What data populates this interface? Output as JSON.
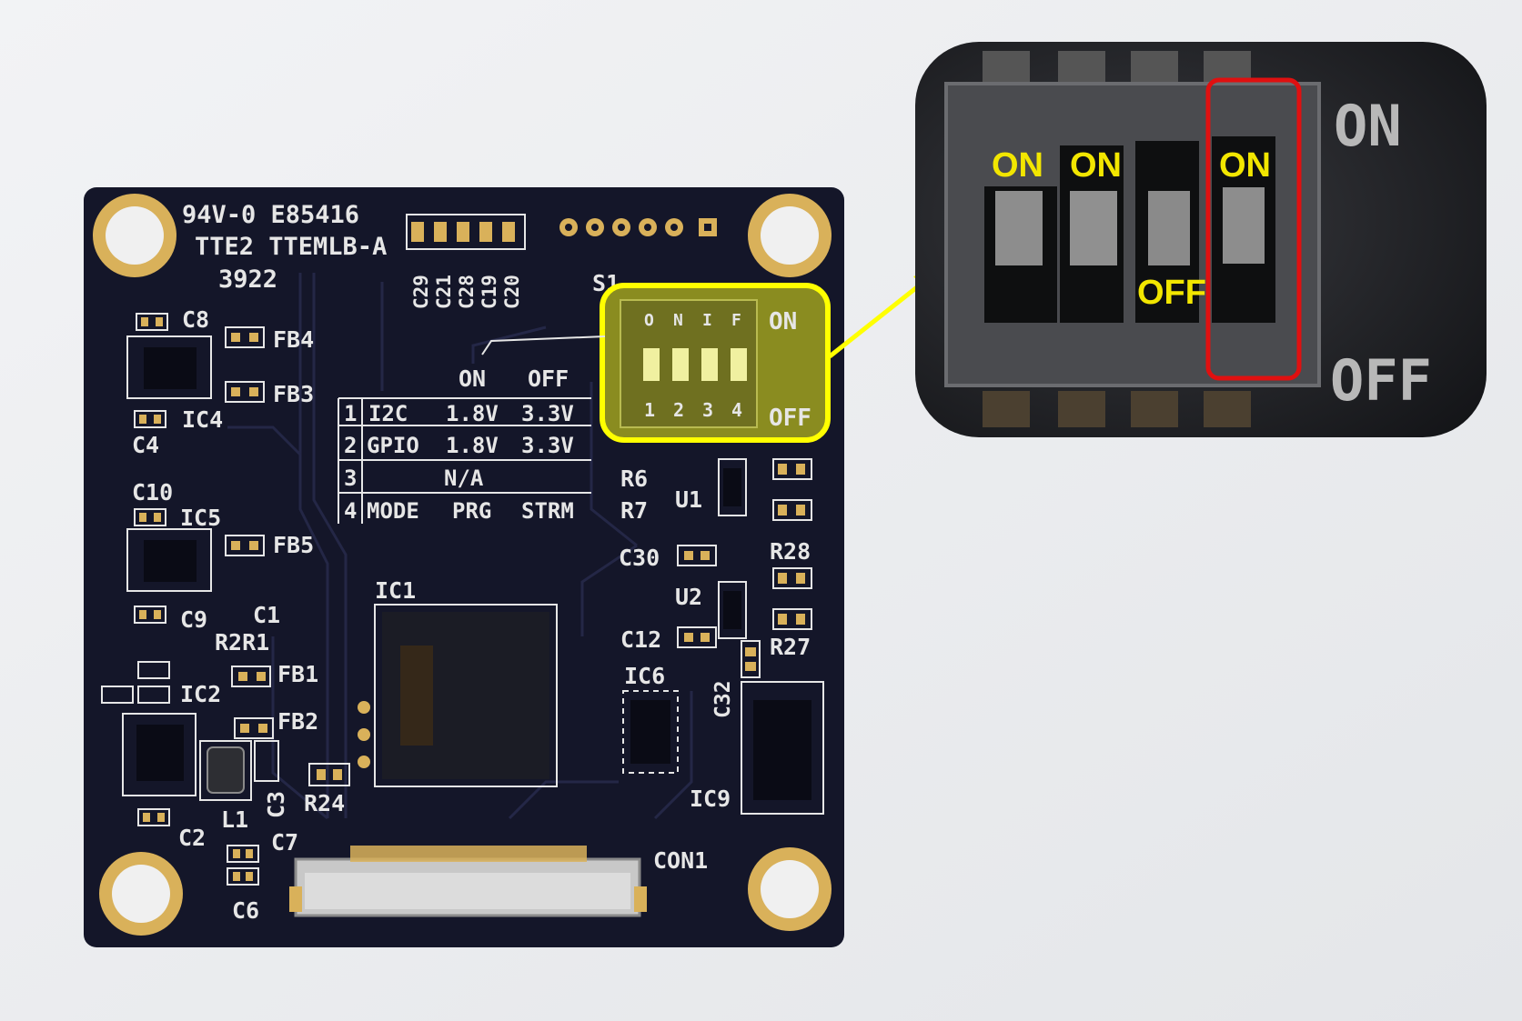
{
  "colors": {
    "background": "#eceef0",
    "pcb": "#141629",
    "silkscreen": "#e6e6e6",
    "pad_gold": "#d9b15a",
    "highlight": "#ffff00",
    "highlight_fill": "#8a8c20",
    "callout_text": "#f2e600",
    "selection_box": "#e01010"
  },
  "board": {
    "header": [
      "94V-0 E85416",
      "TTE2 TTEMLB-A",
      "3922"
    ],
    "caps_vertical": [
      "C29",
      "C21",
      "C28",
      "C19",
      "C20"
    ],
    "switch_ref": "S1",
    "switch_on": "ON",
    "switch_off": "OFF",
    "switch_numbers": [
      "1",
      "2",
      "3",
      "4"
    ],
    "switch_top_marks": [
      "O",
      "N",
      "I",
      "F"
    ],
    "table": {
      "header": [
        "",
        "",
        "ON",
        "OFF"
      ],
      "rows": [
        [
          "1",
          "I2C",
          "1.8V",
          "3.3V"
        ],
        [
          "2",
          "GPIO",
          "1.8V",
          "3.3V"
        ],
        [
          "3",
          "N/A",
          "",
          ""
        ],
        [
          "4",
          "MODE",
          "PRG",
          "STRM"
        ]
      ]
    },
    "refs": {
      "c8": "C8",
      "fb4": "FB4",
      "fb3": "FB3",
      "ic4": "IC4",
      "c4": "C4",
      "c10": "C10",
      "ic5": "IC5",
      "fb5": "FB5",
      "c9": "C9",
      "c1": "C1",
      "r2r1": "R2R1",
      "fb1": "FB1",
      "ic2": "IC2",
      "fb2": "FB2",
      "c3": "C3",
      "r24": "R24",
      "l1": "L1",
      "c2": "C2",
      "c7": "C7",
      "c6": "C6",
      "ic1": "IC1",
      "r6": "R6",
      "r7": "R7",
      "u1": "U1",
      "c30": "C30",
      "r28": "R28",
      "u2": "U2",
      "c12": "C12",
      "r27": "R27",
      "ic6": "IC6",
      "c32": "C32",
      "ic9": "IC9",
      "con1": "CON1"
    }
  },
  "zoom": {
    "side_on": "ON",
    "side_off": "OFF",
    "labels": [
      "ON",
      "ON",
      "OFF",
      "ON"
    ]
  }
}
